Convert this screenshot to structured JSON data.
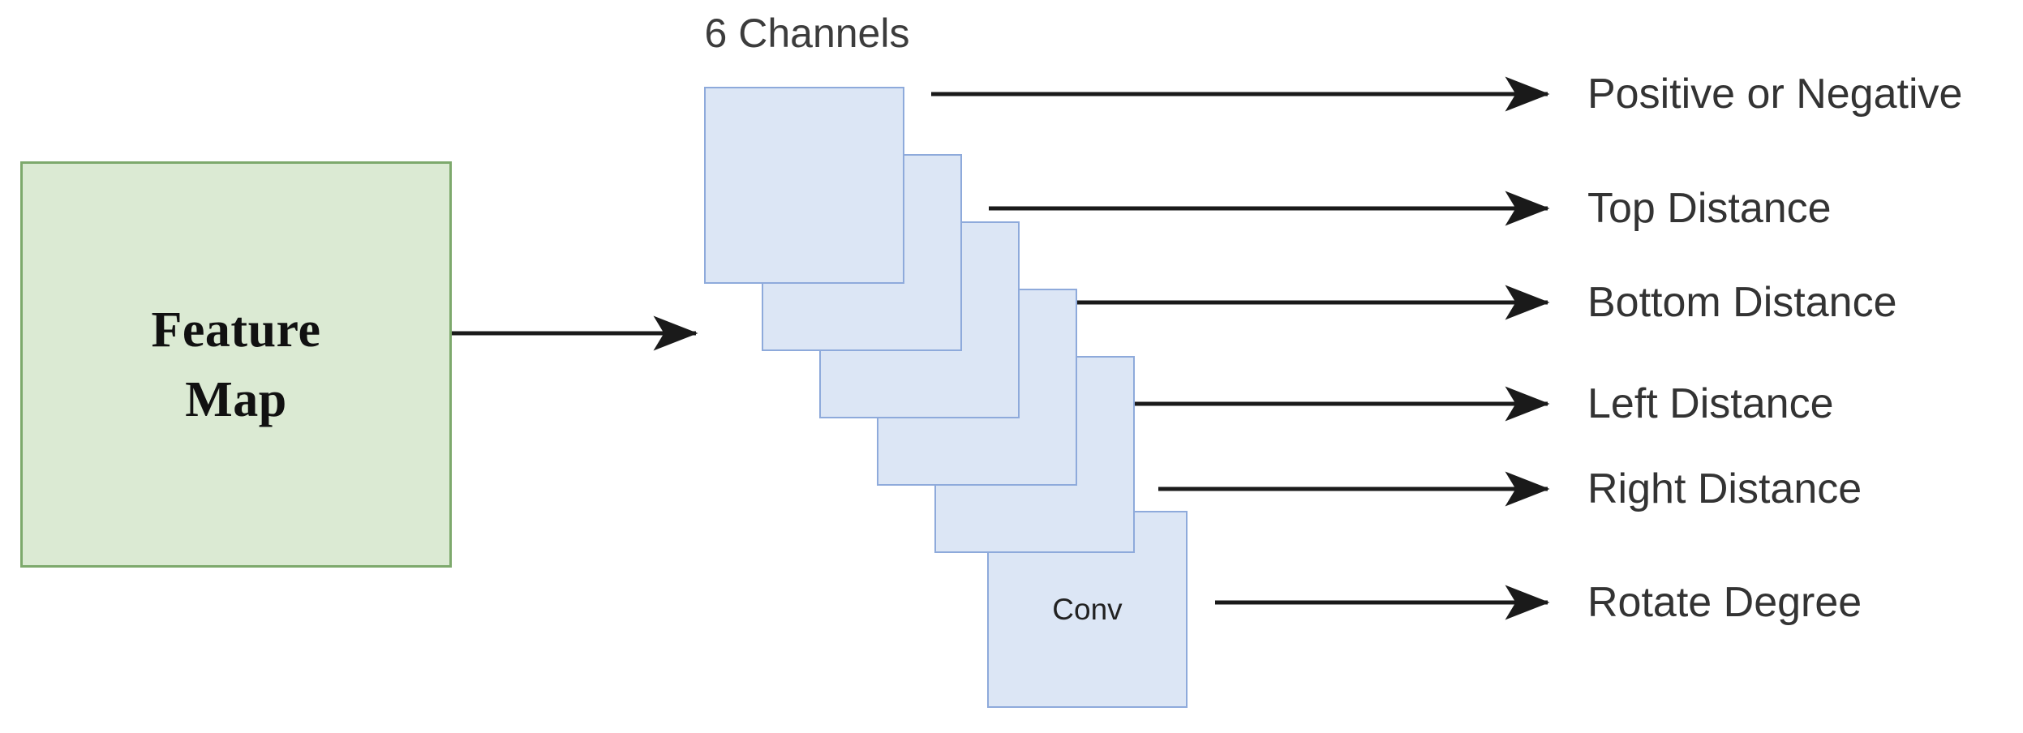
{
  "diagram": {
    "title_caption": "6 Channels",
    "feature_map": {
      "label": "Feature\nMap",
      "fill": "#dbead3",
      "stroke": "#7da96c"
    },
    "channels": {
      "count": 6,
      "fill": "#dce6f5",
      "stroke": "#8eaadb",
      "conv_label": "Conv",
      "planes": [
        {
          "index": 1,
          "label": ""
        },
        {
          "index": 2,
          "label": ""
        },
        {
          "index": 3,
          "label": ""
        },
        {
          "index": 4,
          "label": ""
        },
        {
          "index": 5,
          "label": ""
        },
        {
          "index": 6,
          "label": "Conv"
        }
      ]
    },
    "outputs": [
      {
        "label": "Positive or Negative"
      },
      {
        "label": "Top Distance"
      },
      {
        "label": "Bottom Distance"
      },
      {
        "label": "Left Distance"
      },
      {
        "label": "Right Distance"
      },
      {
        "label": "Rotate Degree"
      }
    ],
    "arrow_color": "#1a1a1a"
  }
}
